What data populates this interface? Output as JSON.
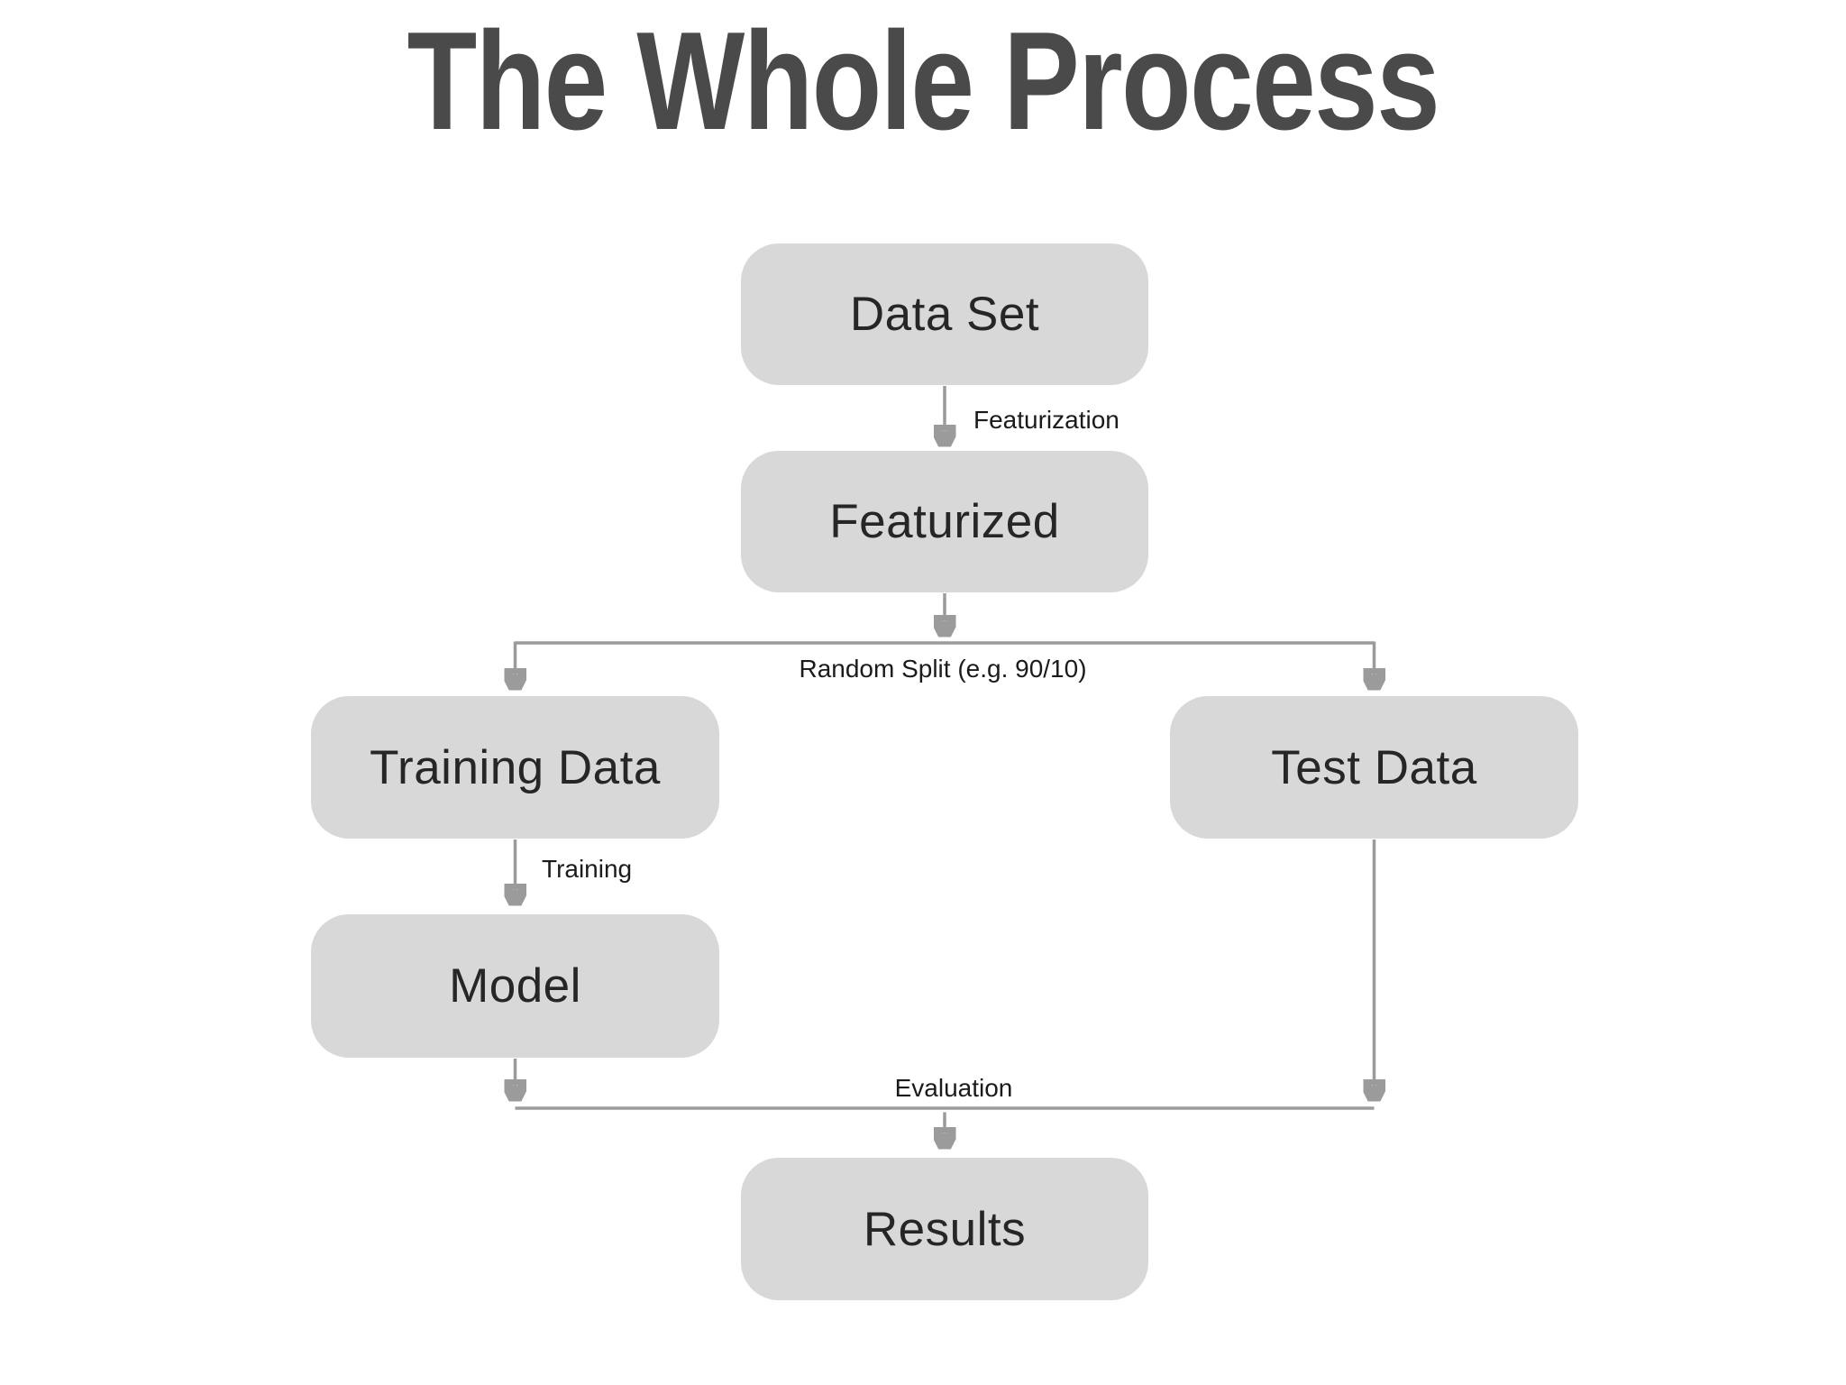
{
  "title": "The Whole Process",
  "colors": {
    "background": "#ffffff",
    "title_text": "#4a4a4a",
    "node_fill": "#d8d8d8",
    "node_text": "#262626",
    "connector": "#9b9b9b",
    "edge_label_text": "#1b1b1b"
  },
  "diagram": {
    "type": "flowchart",
    "nodes": [
      {
        "id": "data-set",
        "label": "Data Set"
      },
      {
        "id": "featurized",
        "label": "Featurized"
      },
      {
        "id": "training-data",
        "label": "Training Data"
      },
      {
        "id": "test-data",
        "label": "Test Data"
      },
      {
        "id": "model",
        "label": "Model"
      },
      {
        "id": "results",
        "label": "Results"
      }
    ],
    "edges": [
      {
        "from": "data-set",
        "to": "featurized",
        "label": "Featurization"
      },
      {
        "from": "featurized",
        "to": "training-data + test-data",
        "label": "Random Split (e.g. 90/10)"
      },
      {
        "from": "training-data",
        "to": "model",
        "label": "Training"
      },
      {
        "from": "model + test-data",
        "to": "results",
        "label": "Evaluation"
      }
    ]
  }
}
